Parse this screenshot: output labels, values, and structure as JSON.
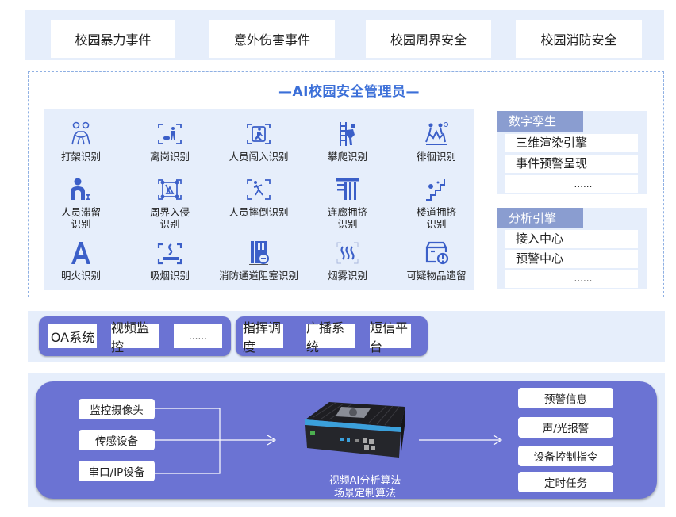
{
  "scenarios": [
    {
      "label": "校园暴力事件"
    },
    {
      "label": "意外伤害事件"
    },
    {
      "label": "校园周界安全"
    },
    {
      "label": "校园消防安全"
    }
  ],
  "ai_manager": {
    "title": "—AI校园安全管理员—",
    "recognitions": [
      {
        "label": "打架识别",
        "icon": "fight-icon"
      },
      {
        "label": "离岗识别",
        "icon": "leave-post-icon"
      },
      {
        "label": "人员闯入识别",
        "icon": "intrusion-run-icon"
      },
      {
        "label": "攀爬识别",
        "icon": "climb-icon"
      },
      {
        "label": "徘徊识别",
        "icon": "loiter-icon"
      },
      {
        "label": "人员滞留\n识别",
        "icon": "person-linger-icon"
      },
      {
        "label": "周界入侵\n识别",
        "icon": "perimeter-intrusion-icon"
      },
      {
        "label": "人员摔倒识别",
        "icon": "fall-icon"
      },
      {
        "label": "连廊拥挤\n识别",
        "icon": "corridor-crowd-icon"
      },
      {
        "label": "楼道拥挤\n识别",
        "icon": "stairway-crowd-icon"
      },
      {
        "label": "明火识别",
        "icon": "fire-icon"
      },
      {
        "label": "吸烟识别",
        "icon": "smoking-icon"
      },
      {
        "label": "消防通道阻塞识别",
        "icon": "fire-exit-block-icon"
      },
      {
        "label": "烟雾识别",
        "icon": "smoke-icon"
      },
      {
        "label": "可疑物品遗留",
        "icon": "suspicious-item-icon"
      }
    ],
    "digital_twin": {
      "title": "数字孪生",
      "items": [
        "三维渲染引擎",
        "事件预警呈现",
        "......"
      ]
    },
    "analysis_engine": {
      "title": "分析引擎",
      "items": [
        "接入中心",
        "预警中心",
        "......"
      ]
    }
  },
  "systems": {
    "left_group": [
      "OA系统",
      "视频监控",
      "......"
    ],
    "right_group": [
      "指挥调度",
      "广播系统",
      "短信平台"
    ]
  },
  "edge_flow": {
    "inputs": [
      "监控摄像头",
      "传感设备",
      "串口/IP设备"
    ],
    "device_caption_line1": "视频AI分析算法",
    "device_caption_line2": "场景定制算法",
    "outputs": [
      "预警信息",
      "声/光报警",
      "设备控制指令",
      "定时任务"
    ]
  },
  "colors": {
    "band_bg": "#e6eefb",
    "accent_blue": "#3b6fd8",
    "panel_purple": "#6b73d3",
    "side_head": "#8a9dd0",
    "dashed_border": "#8fb0e3"
  }
}
